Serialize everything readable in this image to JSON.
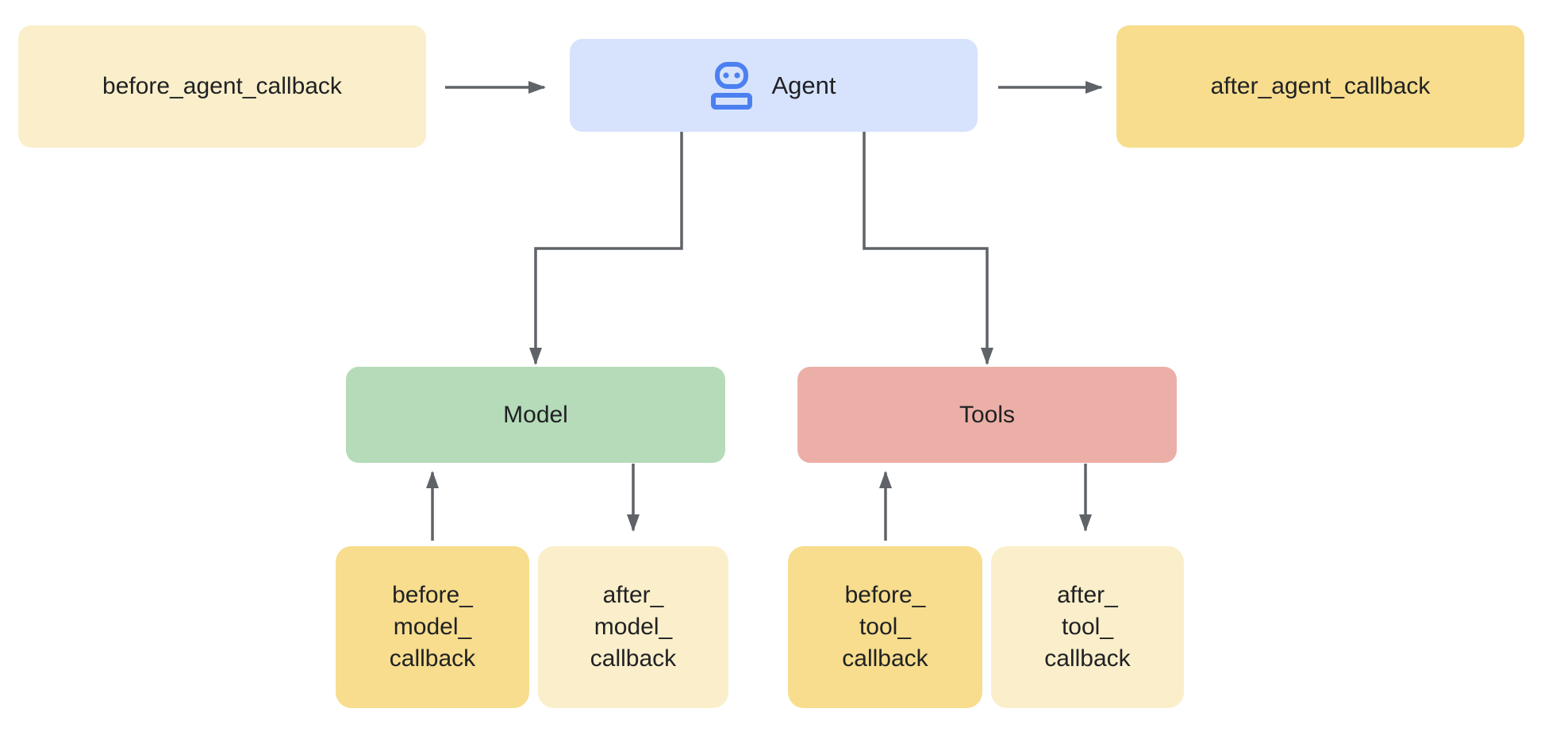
{
  "diagram": {
    "colors": {
      "background": "#FFFFFF",
      "text": "#202124",
      "arrow": "#5F6368",
      "agent_fill": "#D7E3FC",
      "icon_blue": "#4C80F1",
      "cream": "#FAEFCA",
      "amber": "#F7DD8D",
      "green": "#B5DBB8",
      "pink": "#EBAFA7"
    },
    "nodes": {
      "before_agent": {
        "label": "before_agent_callback",
        "fill": "cream"
      },
      "agent": {
        "label": "Agent",
        "icon": "robot-icon",
        "fill": "agent_fill"
      },
      "after_agent": {
        "label": "after_agent_callback",
        "fill": "amber"
      },
      "model": {
        "label": "Model",
        "fill": "green"
      },
      "tools": {
        "label": "Tools",
        "fill": "pink"
      },
      "before_model": {
        "label": "before_\nmodel_\ncallback",
        "fill": "amber"
      },
      "after_model": {
        "label": "after_\nmodel_\ncallback",
        "fill": "cream"
      },
      "before_tool": {
        "label": "before_\ntool_\ncallback",
        "fill": "amber"
      },
      "after_tool": {
        "label": "after_\ntool_\ncallback",
        "fill": "cream"
      }
    },
    "edges": [
      {
        "from": "before_agent_callback",
        "to": "Agent"
      },
      {
        "from": "Agent",
        "to": "after_agent_callback"
      },
      {
        "from": "Agent",
        "to": "Model"
      },
      {
        "from": "Agent",
        "to": "Tools"
      },
      {
        "from": "before_model_callback",
        "to": "Model"
      },
      {
        "from": "Model",
        "to": "after_model_callback"
      },
      {
        "from": "before_tool_callback",
        "to": "Tools"
      },
      {
        "from": "Tools",
        "to": "after_tool_callback"
      }
    ]
  }
}
